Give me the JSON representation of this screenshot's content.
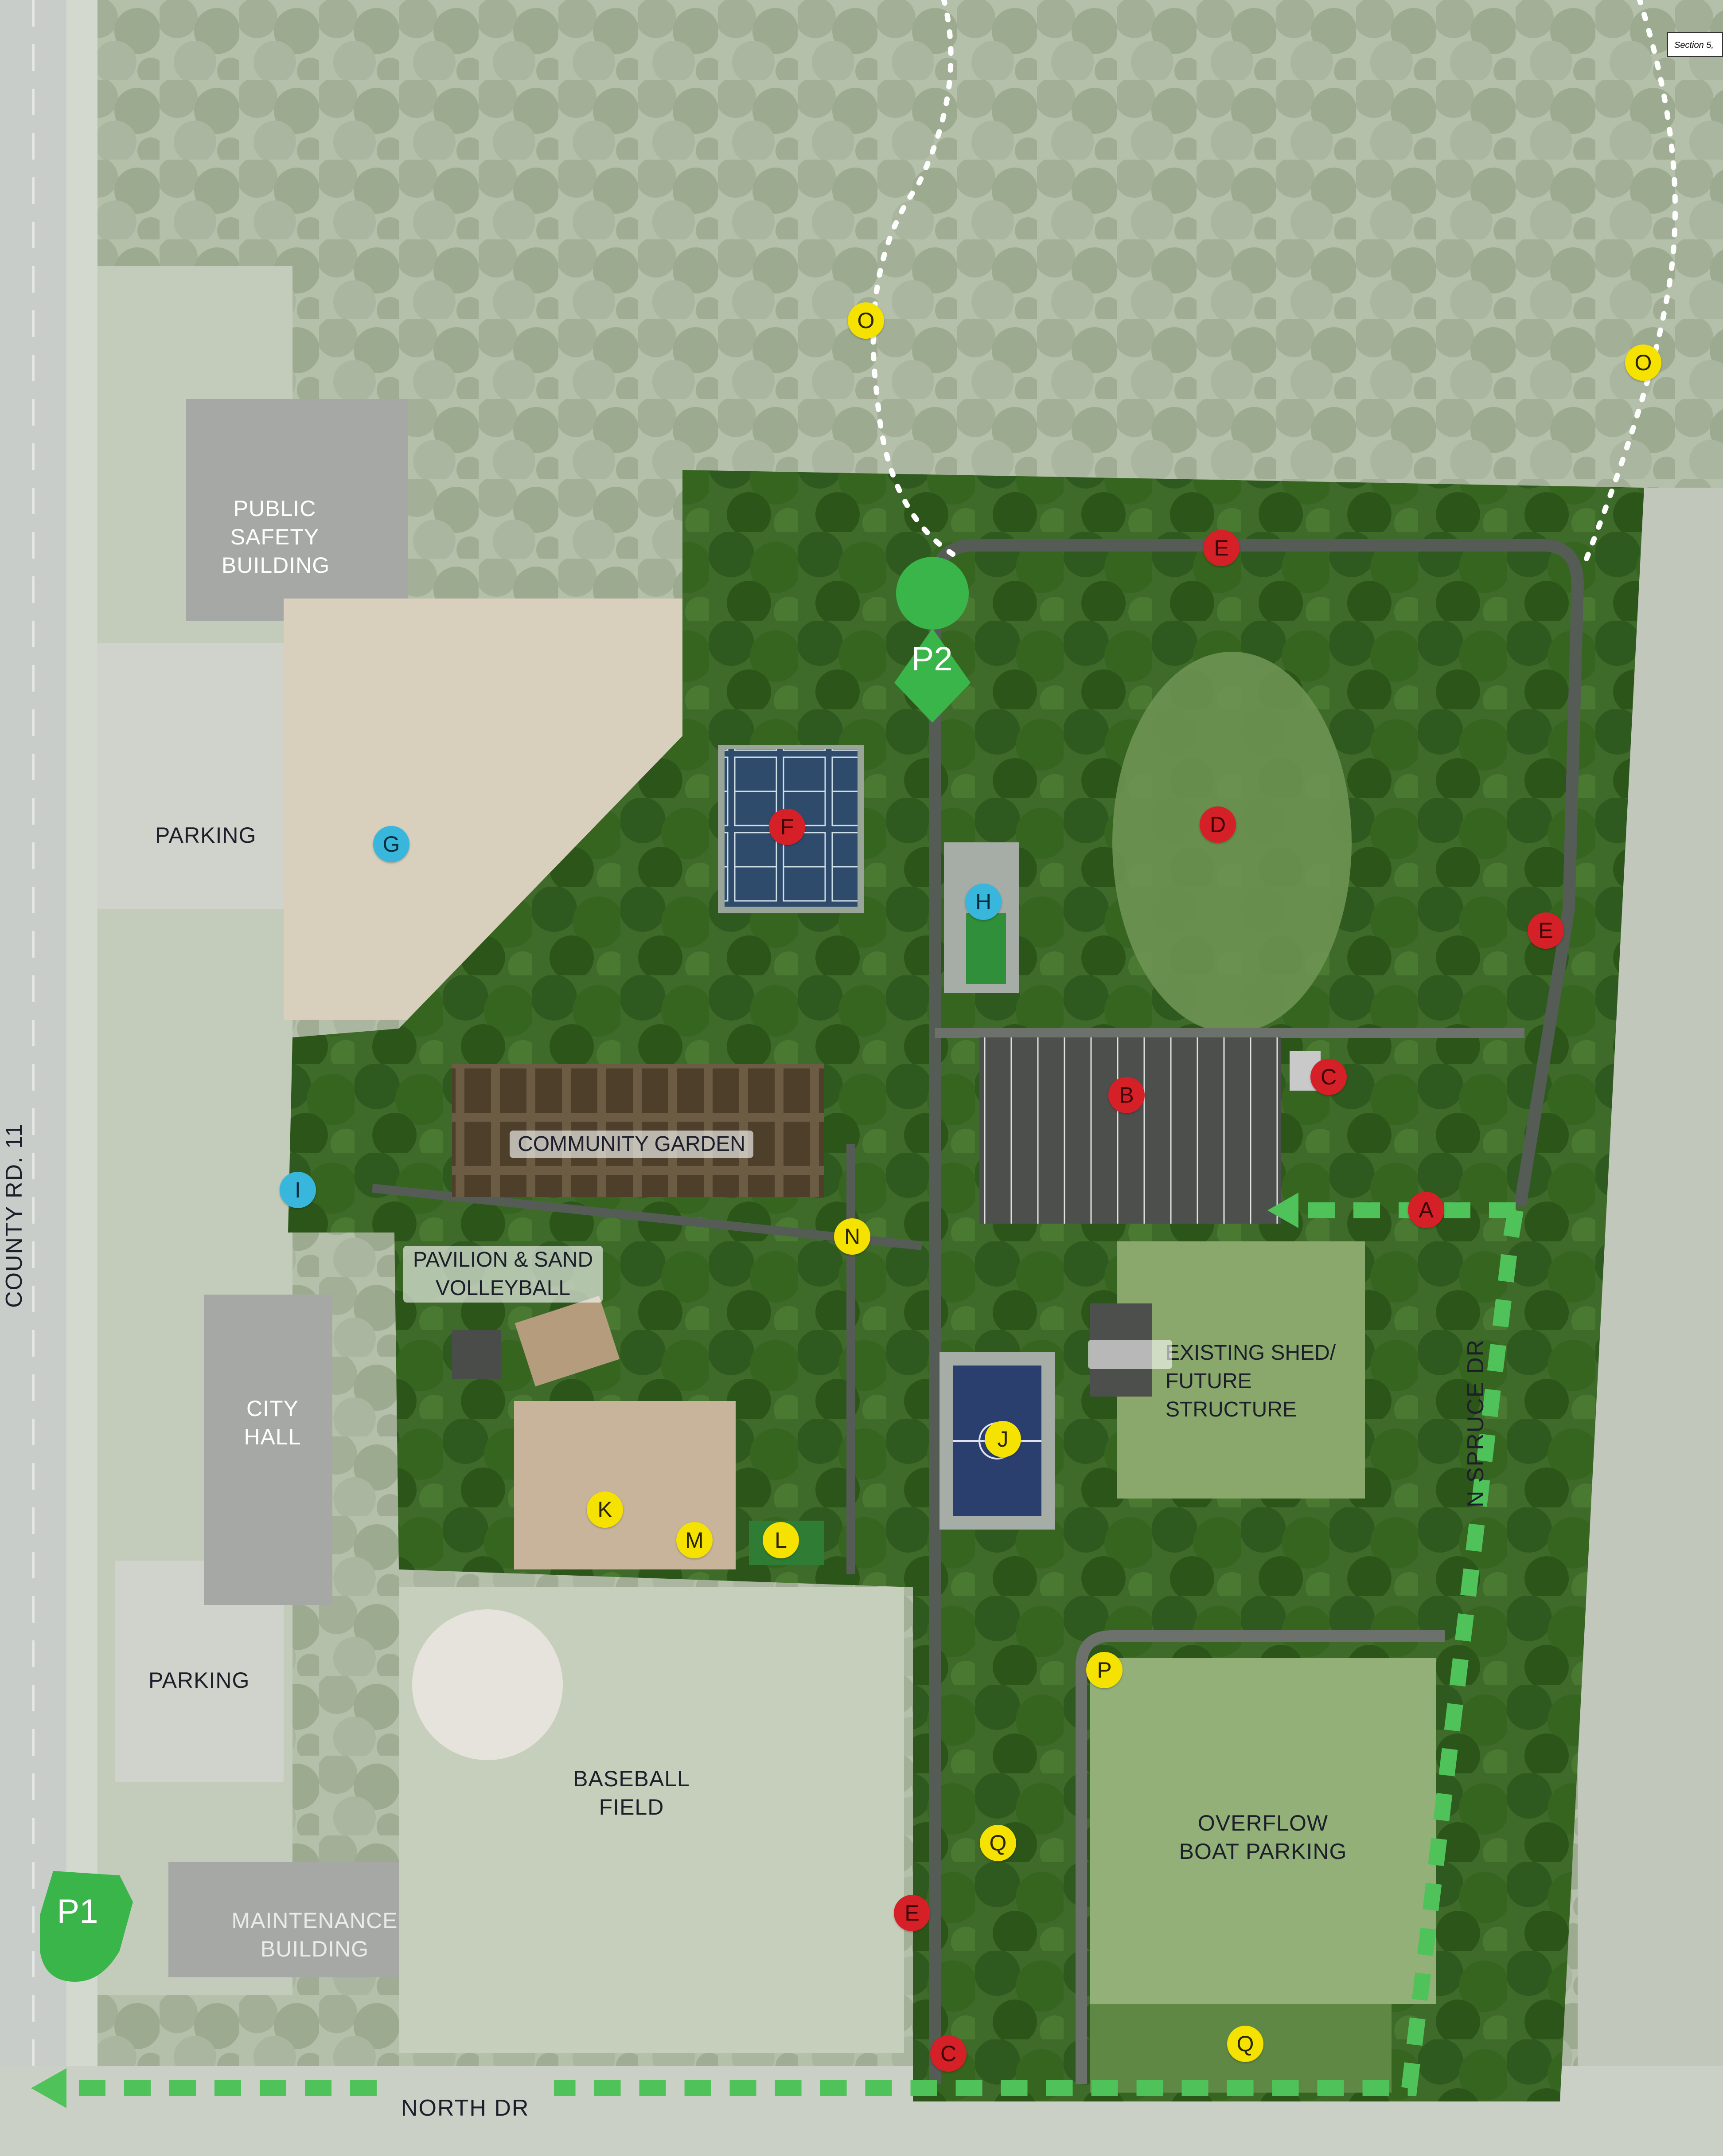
{
  "section_tag": "Section 5,",
  "buildings": {
    "public_safety": "PUBLIC SAFETY BUILDING",
    "city_hall": "CITY HALL",
    "maintenance": "MAINTENANCE BUILDING"
  },
  "areas": {
    "parking_north": "PARKING",
    "parking_south": "PARKING",
    "community_garden": "COMMUNITY GARDEN",
    "pavilion": "PAVILION & SAND VOLLEYBALL",
    "existing_shed": "EXISTING SHED/ FUTURE STRUCTURE",
    "baseball": "BASEBALL FIELD",
    "overflow": "OVERFLOW BOAT PARKING"
  },
  "roads": {
    "county": "COUNTY RD. 11",
    "north_dr": "NORTH DR",
    "spruce": "N SPRUCE DR"
  },
  "pins": {
    "p1": "P1",
    "p2": "P2"
  },
  "markers": {
    "A": "A",
    "B": "B",
    "C1": "C",
    "C2": "C",
    "D": "D",
    "E1": "E",
    "E2": "E",
    "E3": "E",
    "F": "F",
    "G": "G",
    "H": "H",
    "I": "I",
    "J": "J",
    "K": "K",
    "L": "L",
    "M": "M",
    "N": "N",
    "O1": "O",
    "O2": "O",
    "P": "P",
    "Q1": "Q",
    "Q2": "Q"
  },
  "colors": {
    "red_marker": "#d62027",
    "yellow_marker": "#f5e200",
    "blue_marker": "#38b6dc",
    "pin_green": "#3ab54a",
    "route_green": "#4fc25a"
  }
}
